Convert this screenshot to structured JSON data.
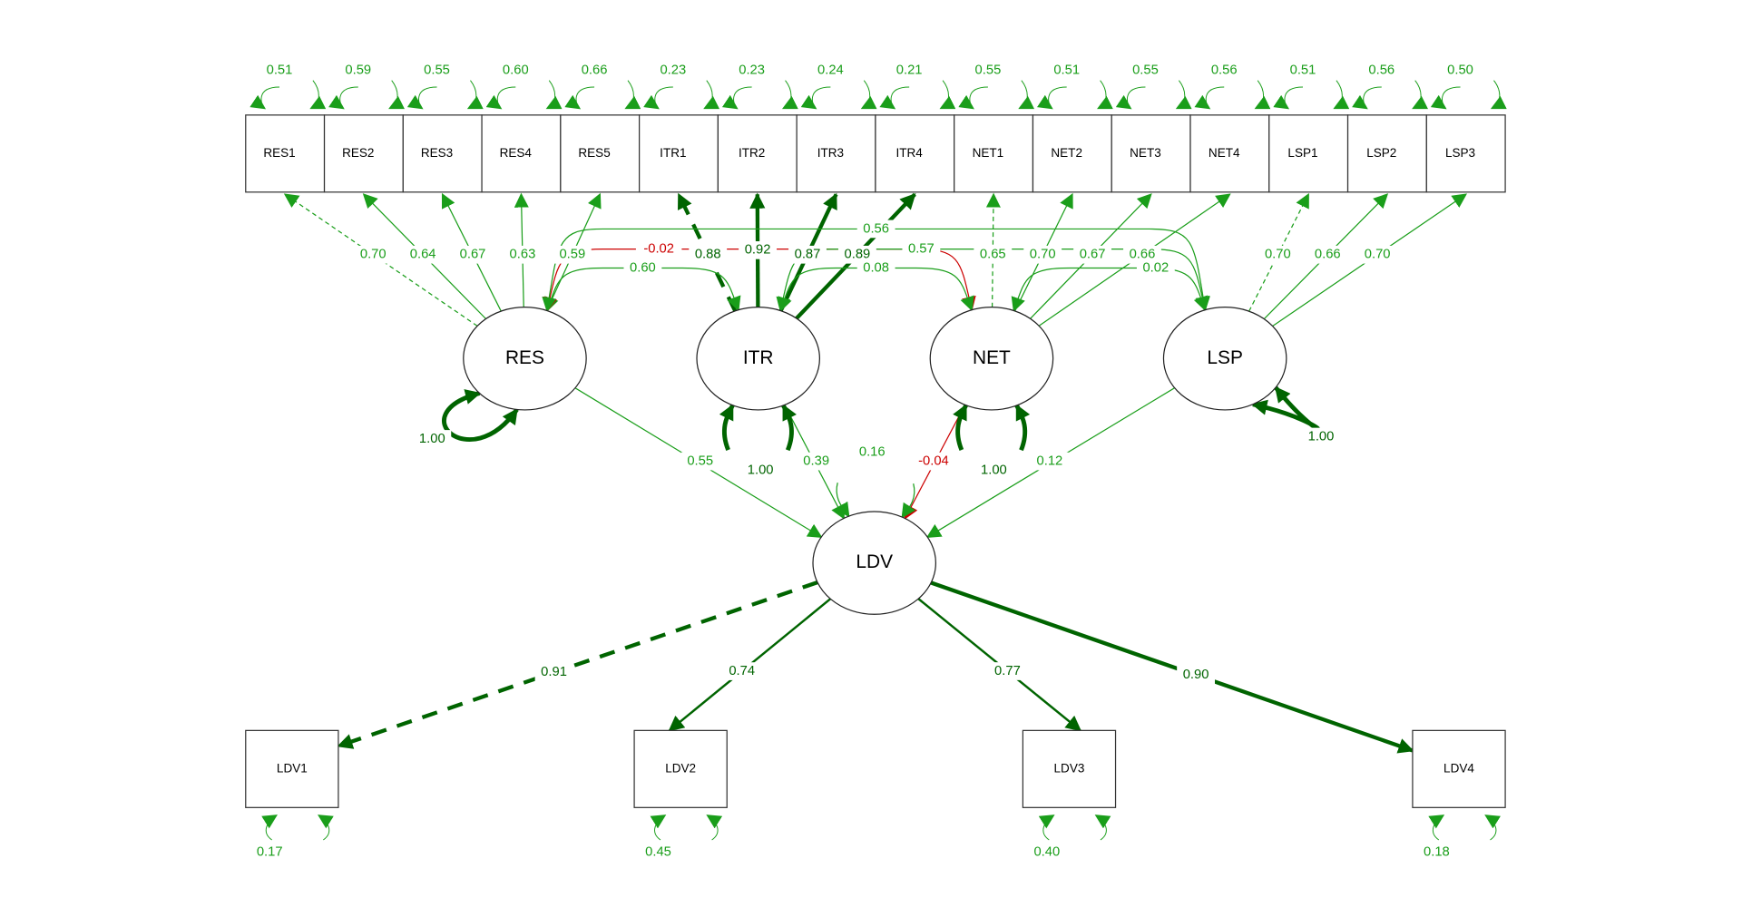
{
  "colors": {
    "positive": "#1a9e1a",
    "strong": "#006400",
    "negative": "#cc0000",
    "node": "#333333"
  },
  "manifest_top": [
    {
      "name": "RES1",
      "residual": "0.51"
    },
    {
      "name": "RES2",
      "residual": "0.59"
    },
    {
      "name": "RES3",
      "residual": "0.55"
    },
    {
      "name": "RES4",
      "residual": "0.60"
    },
    {
      "name": "RES5",
      "residual": "0.66"
    },
    {
      "name": "ITR1",
      "residual": "0.23"
    },
    {
      "name": "ITR2",
      "residual": "0.23"
    },
    {
      "name": "ITR3",
      "residual": "0.24"
    },
    {
      "name": "ITR4",
      "residual": "0.21"
    },
    {
      "name": "NET1",
      "residual": "0.55"
    },
    {
      "name": "NET2",
      "residual": "0.51"
    },
    {
      "name": "NET3",
      "residual": "0.55"
    },
    {
      "name": "NET4",
      "residual": "0.56"
    },
    {
      "name": "LSP1",
      "residual": "0.51"
    },
    {
      "name": "LSP2",
      "residual": "0.56"
    },
    {
      "name": "LSP3",
      "residual": "0.50"
    }
  ],
  "manifest_bottom": [
    {
      "name": "LDV1",
      "residual": "0.17"
    },
    {
      "name": "LDV2",
      "residual": "0.45"
    },
    {
      "name": "LDV3",
      "residual": "0.40"
    },
    {
      "name": "LDV4",
      "residual": "0.18"
    }
  ],
  "latents": [
    {
      "name": "RES",
      "variance": "1.00"
    },
    {
      "name": "ITR",
      "variance": "1.00"
    },
    {
      "name": "NET",
      "variance": "1.00"
    },
    {
      "name": "LSP",
      "variance": "1.00"
    },
    {
      "name": "LDV",
      "variance": "0.16"
    }
  ],
  "loadings": [
    {
      "from": "RES",
      "to": "RES1",
      "value": "0.70",
      "fixed": true
    },
    {
      "from": "RES",
      "to": "RES2",
      "value": "0.64"
    },
    {
      "from": "RES",
      "to": "RES3",
      "value": "0.67"
    },
    {
      "from": "RES",
      "to": "RES4",
      "value": "0.63"
    },
    {
      "from": "RES",
      "to": "RES5",
      "value": "0.59"
    },
    {
      "from": "ITR",
      "to": "ITR1",
      "value": "0.88",
      "fixed": true
    },
    {
      "from": "ITR",
      "to": "ITR2",
      "value": "0.92"
    },
    {
      "from": "ITR",
      "to": "ITR3",
      "value": "0.87"
    },
    {
      "from": "ITR",
      "to": "ITR4",
      "value": "0.89"
    },
    {
      "from": "NET",
      "to": "NET1",
      "value": "0.65",
      "fixed": true
    },
    {
      "from": "NET",
      "to": "NET2",
      "value": "0.70"
    },
    {
      "from": "NET",
      "to": "NET3",
      "value": "0.67"
    },
    {
      "from": "NET",
      "to": "NET4",
      "value": "0.66"
    },
    {
      "from": "LSP",
      "to": "LSP1",
      "value": "0.70",
      "fixed": true
    },
    {
      "from": "LSP",
      "to": "LSP2",
      "value": "0.66"
    },
    {
      "from": "LSP",
      "to": "LSP3",
      "value": "0.70"
    },
    {
      "from": "LDV",
      "to": "LDV1",
      "value": "0.91",
      "fixed": true
    },
    {
      "from": "LDV",
      "to": "LDV2",
      "value": "0.74"
    },
    {
      "from": "LDV",
      "to": "LDV3",
      "value": "0.77"
    },
    {
      "from": "LDV",
      "to": "LDV4",
      "value": "0.90"
    }
  ],
  "covariances": [
    {
      "a": "RES",
      "b": "ITR",
      "value": "0.60"
    },
    {
      "a": "RES",
      "b": "NET",
      "value": "-0.02"
    },
    {
      "a": "RES",
      "b": "LSP",
      "value": "0.56"
    },
    {
      "a": "ITR",
      "b": "NET",
      "value": "0.08"
    },
    {
      "a": "ITR",
      "b": "LSP",
      "value": "0.57"
    },
    {
      "a": "NET",
      "b": "LSP",
      "value": "0.02"
    }
  ],
  "regressions": [
    {
      "from": "RES",
      "to": "LDV",
      "value": "0.55"
    },
    {
      "from": "ITR",
      "to": "LDV",
      "value": "0.39"
    },
    {
      "from": "NET",
      "to": "LDV",
      "value": "-0.04"
    },
    {
      "from": "LSP",
      "to": "LDV",
      "value": "0.12"
    }
  ]
}
